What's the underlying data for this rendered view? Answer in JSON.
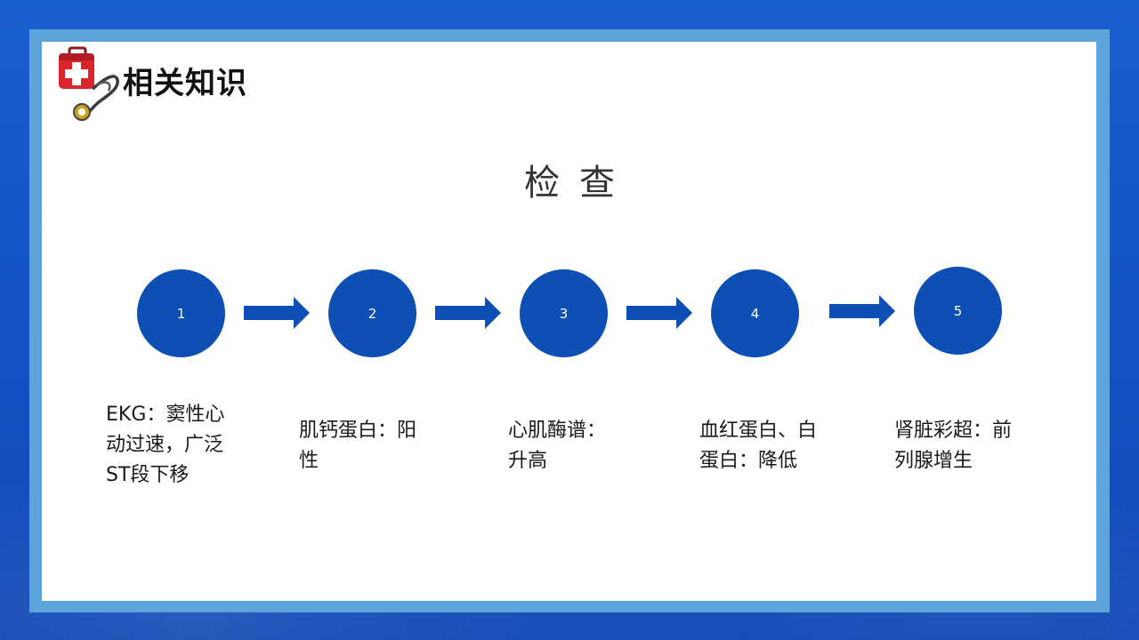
{
  "header": {
    "title": "相关知识",
    "logo_icon": "first-aid-kit-stethoscope-icon"
  },
  "section": {
    "title": "检查"
  },
  "steps": [
    {
      "number": "1",
      "text": "EKG：窦性心动过速，广泛ST段下移"
    },
    {
      "number": "2",
      "text": "肌钙蛋白：阳性"
    },
    {
      "number": "3",
      "text": "心肌酶谱：升高"
    },
    {
      "number": "4",
      "text": "血红蛋白、白蛋白：降低"
    },
    {
      "number": "5",
      "text": "肾脏彩超：前列腺增生"
    }
  ],
  "colors": {
    "accent": "#0d4fb5",
    "frame": "#5ba4dc",
    "background": "#1352c4"
  }
}
